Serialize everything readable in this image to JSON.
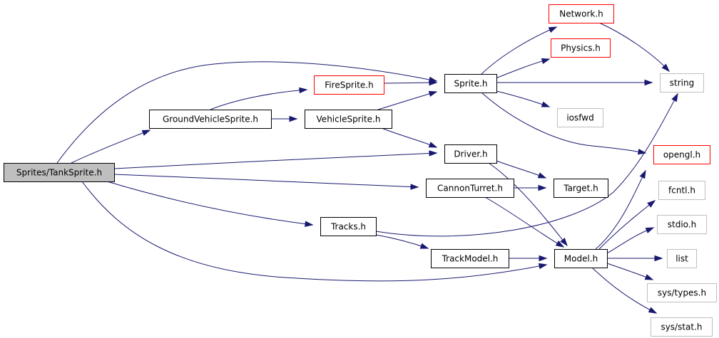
{
  "title": "Sprites/TankSprite.h include dependency graph",
  "colors": {
    "edge": "#191970",
    "root_fill": "#bfbfbf",
    "documented_border": "#000000",
    "undocumented_border": "#ff0000",
    "external_border": "#bfbfbf"
  },
  "nodes": [
    {
      "id": "tanksprite",
      "label": "Sprites/TankSprite.h",
      "kind": "root"
    },
    {
      "id": "groundvehiclesprite",
      "label": "GroundVehicleSprite.h",
      "kind": "documented"
    },
    {
      "id": "firesprite",
      "label": "FireSprite.h",
      "kind": "undocumented"
    },
    {
      "id": "vehiclesprite",
      "label": "VehicleSprite.h",
      "kind": "documented"
    },
    {
      "id": "sprite",
      "label": "Sprite.h",
      "kind": "documented"
    },
    {
      "id": "driver",
      "label": "Driver.h",
      "kind": "documented"
    },
    {
      "id": "cannonturret",
      "label": "CannonTurret.h",
      "kind": "documented"
    },
    {
      "id": "target",
      "label": "Target.h",
      "kind": "documented"
    },
    {
      "id": "tracks",
      "label": "Tracks.h",
      "kind": "documented"
    },
    {
      "id": "trackmodel",
      "label": "TrackModel.h",
      "kind": "documented"
    },
    {
      "id": "model",
      "label": "Model.h",
      "kind": "documented"
    },
    {
      "id": "network",
      "label": "Network.h",
      "kind": "undocumented"
    },
    {
      "id": "physics",
      "label": "Physics.h",
      "kind": "undocumented"
    },
    {
      "id": "string",
      "label": "string",
      "kind": "external"
    },
    {
      "id": "iosfwd",
      "label": "iosfwd",
      "kind": "external"
    },
    {
      "id": "opengl",
      "label": "opengl.h",
      "kind": "undocumented"
    },
    {
      "id": "fcntl",
      "label": "fcntl.h",
      "kind": "external"
    },
    {
      "id": "stdio",
      "label": "stdio.h",
      "kind": "external"
    },
    {
      "id": "list",
      "label": "list",
      "kind": "external"
    },
    {
      "id": "systypes",
      "label": "sys/types.h",
      "kind": "external"
    },
    {
      "id": "sysstat",
      "label": "sys/stat.h",
      "kind": "external"
    }
  ],
  "edges": [
    {
      "from": "tanksprite",
      "to": "sprite"
    },
    {
      "from": "tanksprite",
      "to": "groundvehiclesprite"
    },
    {
      "from": "tanksprite",
      "to": "driver"
    },
    {
      "from": "tanksprite",
      "to": "cannonturret"
    },
    {
      "from": "tanksprite",
      "to": "tracks"
    },
    {
      "from": "tanksprite",
      "to": "model"
    },
    {
      "from": "groundvehiclesprite",
      "to": "firesprite"
    },
    {
      "from": "groundvehiclesprite",
      "to": "vehiclesprite"
    },
    {
      "from": "firesprite",
      "to": "sprite"
    },
    {
      "from": "vehiclesprite",
      "to": "sprite"
    },
    {
      "from": "vehiclesprite",
      "to": "driver"
    },
    {
      "from": "sprite",
      "to": "network"
    },
    {
      "from": "sprite",
      "to": "physics"
    },
    {
      "from": "sprite",
      "to": "string"
    },
    {
      "from": "sprite",
      "to": "iosfwd"
    },
    {
      "from": "sprite",
      "to": "opengl"
    },
    {
      "from": "network",
      "to": "string"
    },
    {
      "from": "driver",
      "to": "target"
    },
    {
      "from": "driver",
      "to": "model"
    },
    {
      "from": "cannonturret",
      "to": "target"
    },
    {
      "from": "cannonturret",
      "to": "model"
    },
    {
      "from": "tracks",
      "to": "string"
    },
    {
      "from": "tracks",
      "to": "trackmodel"
    },
    {
      "from": "trackmodel",
      "to": "model"
    },
    {
      "from": "model",
      "to": "opengl"
    },
    {
      "from": "model",
      "to": "fcntl"
    },
    {
      "from": "model",
      "to": "stdio"
    },
    {
      "from": "model",
      "to": "list"
    },
    {
      "from": "model",
      "to": "systypes"
    },
    {
      "from": "model",
      "to": "sysstat"
    }
  ]
}
